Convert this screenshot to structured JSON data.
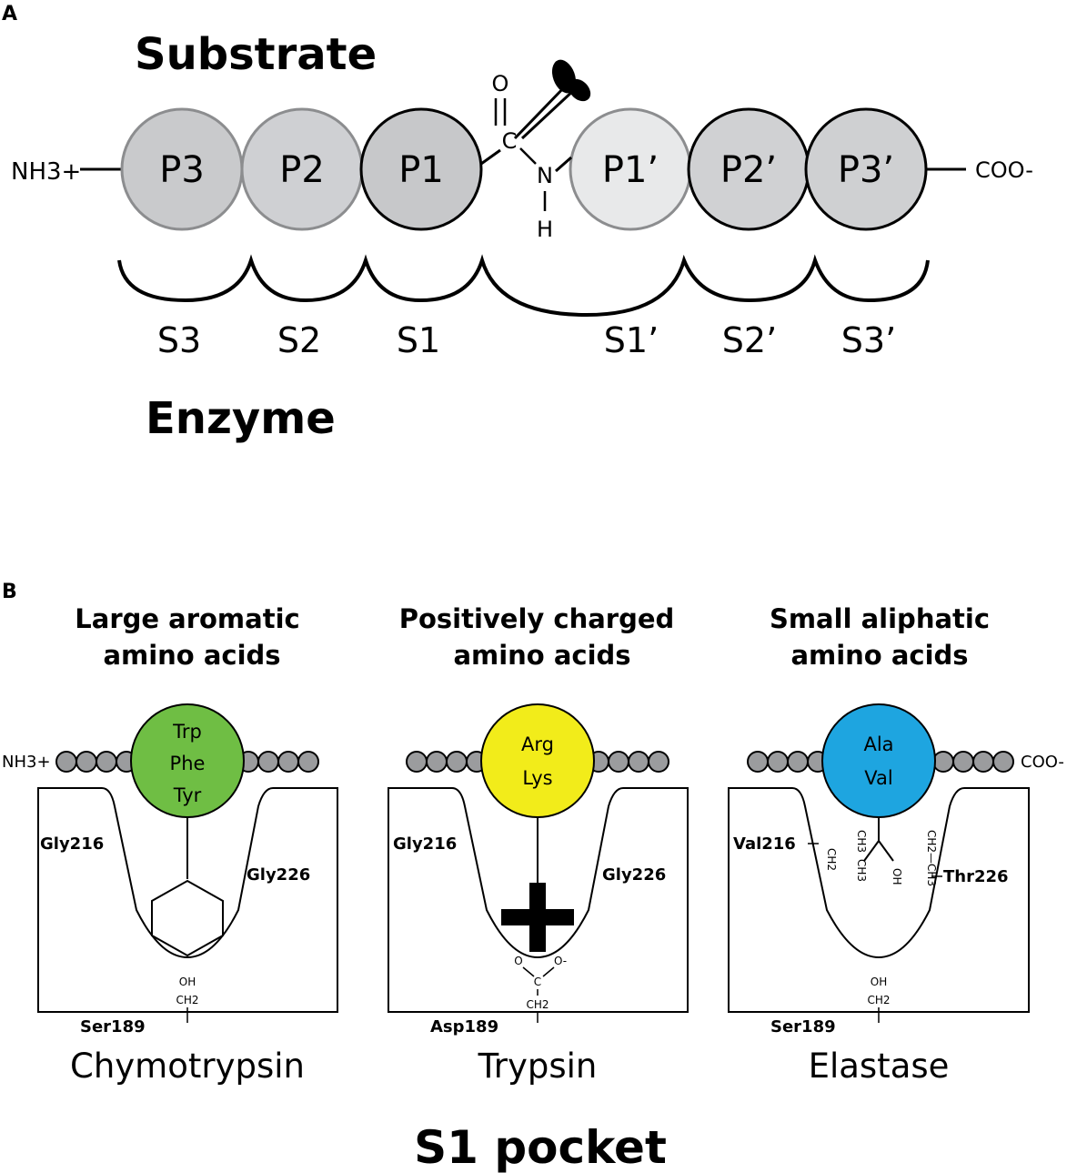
{
  "panel_a": {
    "label": "A",
    "substrate_label": "Substrate",
    "enzyme_label": "Enzyme",
    "n_terminus": "NH3+",
    "c_terminus": "COO-",
    "carbonyl_o": "O",
    "carbonyl_c": "C",
    "amide_n": "N",
    "amide_h": "H",
    "residues": [
      {
        "label": "P3",
        "fill": "#c9cacc"
      },
      {
        "label": "P2",
        "fill": "#cfd0d3"
      },
      {
        "label": "P1",
        "fill": "#c7c8ca"
      },
      {
        "label": "P1’",
        "fill": "#e8e9ea"
      },
      {
        "label": "P2’",
        "fill": "#d0d1d3"
      },
      {
        "label": "P3’",
        "fill": "#cfd0d2"
      }
    ],
    "subsites": [
      "S3",
      "S2",
      "S1",
      "S1’",
      "S2’",
      "S3’"
    ]
  },
  "panel_b": {
    "label": "B",
    "caption": "S1 pocket",
    "n_terminus": "NH3+",
    "c_terminus": "COO-",
    "pockets": [
      {
        "title_line1": "Large aromatic",
        "title_line2": "amino acids",
        "residues": [
          "Trp",
          "Phe",
          "Tyr"
        ],
        "residue_color": "#6fbe44",
        "left_residue": "Gly216",
        "right_residue": "Gly226",
        "bottom_residue": "Ser189",
        "bottom_group_1": "OH",
        "bottom_group_2": "CH2",
        "enzyme": "Chymotrypsin"
      },
      {
        "title_line1": "Positively charged",
        "title_line2": "amino acids",
        "residues": [
          "Arg",
          "Lys"
        ],
        "residue_color": "#f2ec1a",
        "left_residue": "Gly216",
        "right_residue": "Gly226",
        "bottom_residue": "Asp189",
        "carboxylate_o1": "O",
        "carboxylate_c": "C",
        "carboxylate_o2": "O-",
        "bottom_group_2": "CH2",
        "enzyme": "Trypsin"
      },
      {
        "title_line1": "Small aliphatic",
        "title_line2": "amino acids",
        "residues": [
          "Ala",
          "Val"
        ],
        "residue_color": "#1ea5e0",
        "left_residue": "Val216",
        "right_residue": "Thr226",
        "bottom_residue": "Ser189",
        "bottom_group_1": "OH",
        "bottom_group_2": "CH2",
        "left_group_ch3_a": "CH3",
        "left_group_ch2": "CH2",
        "left_group_ch3_b": "CH3",
        "right_group_oh": "OH",
        "right_group_chain": "CH2—CH3",
        "enzyme": "Elastase"
      }
    ]
  },
  "colors": {
    "bead_fill": "#9b9c9e",
    "outline": "#000000",
    "gray_outline": "#8c8d8f"
  }
}
